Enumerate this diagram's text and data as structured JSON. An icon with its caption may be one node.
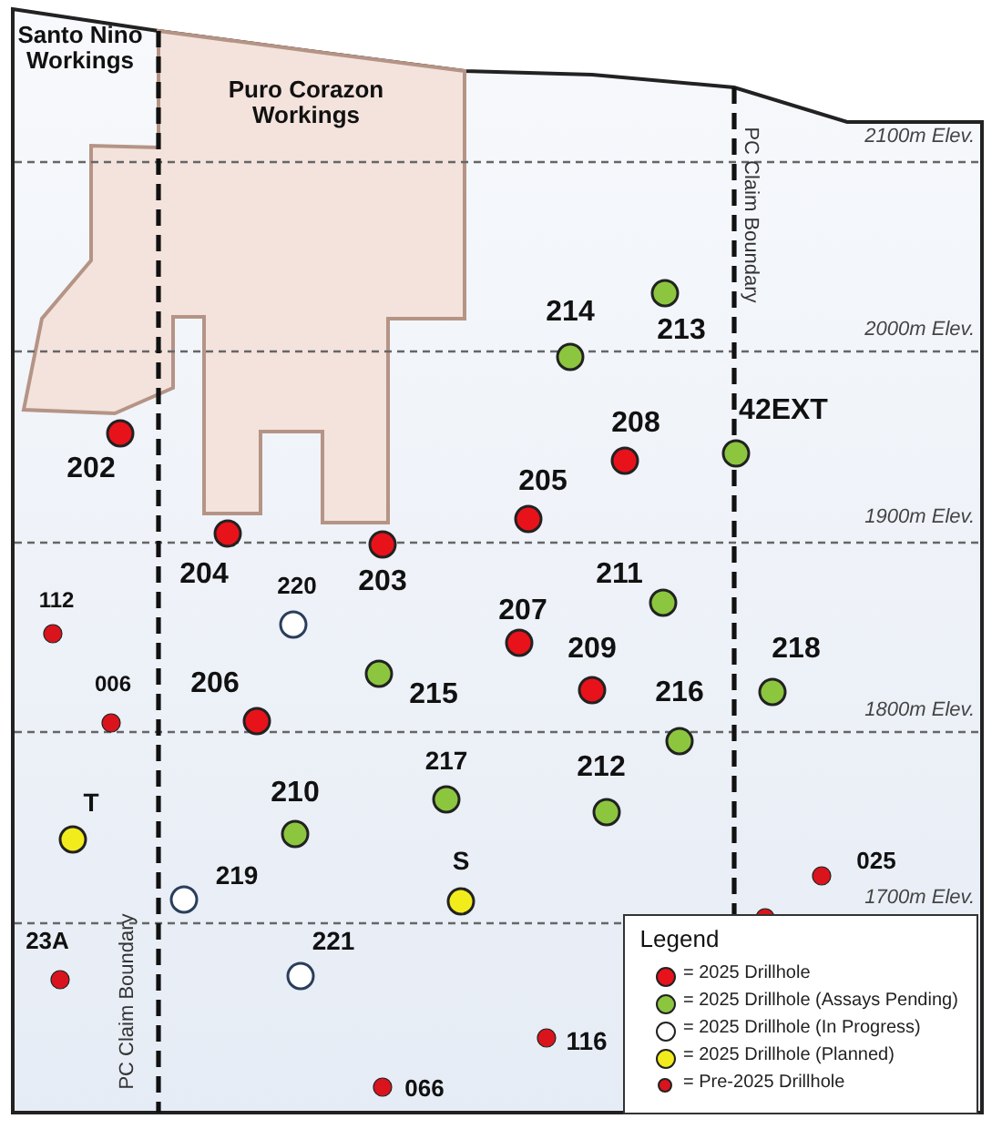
{
  "diagram": {
    "labels": [
      "Santo Nino Workings",
      "Puro Corazon Workings",
      "PC Claim Boundary",
      "2100m Elev.",
      "214",
      "213",
      "2000m Elev.",
      "208",
      "42EXT",
      "202",
      "205",
      "1900m Elev.",
      "204",
      "220",
      "203",
      "211",
      "112",
      "207",
      "006",
      "206",
      "209",
      "215",
      "216",
      "218",
      "1800m Elev.",
      "217",
      "T",
      "210",
      "212",
      "219",
      "S",
      "025",
      "1700m Elev.",
      "23A",
      "221",
      "116",
      "066",
      "PC Claim Boundary",
      "Legend"
    ],
    "legend": [
      {
        "text": "= 2025 Drillhole",
        "color": "#e8121a"
      },
      {
        "text": "= 2025 Drillhole (Assays Pending)",
        "color": "#8cc63f"
      },
      {
        "text": "= 2025 Drillhole (In Progress)",
        "color": "#ffffff"
      },
      {
        "text": "= 2025 Drillhole (Planned)",
        "color": "#f2ec1c"
      },
      {
        "text": "= Pre-2025 Drillhole",
        "color": "#d9141c"
      }
    ]
  }
}
